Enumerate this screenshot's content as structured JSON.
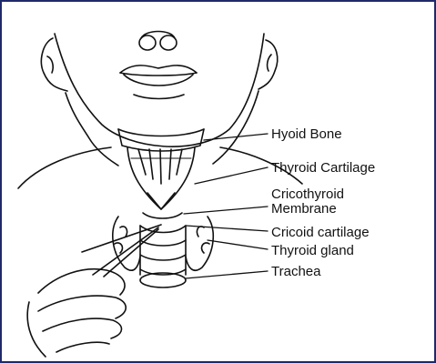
{
  "diagram": {
    "labels": {
      "hyoid_bone": "Hyoid Bone",
      "thyroid_cartilage": "Thyroid Cartilage",
      "cricothyroid_line1": "Cricothyroid",
      "cricothyroid_line2": "Membrane",
      "cricoid_cartilage": "Cricoid cartilage",
      "thyroid_gland": "Thyroid gland",
      "trachea": "Trachea"
    }
  },
  "colors": {
    "frame": "#1f2a6b",
    "ink": "#111111"
  }
}
